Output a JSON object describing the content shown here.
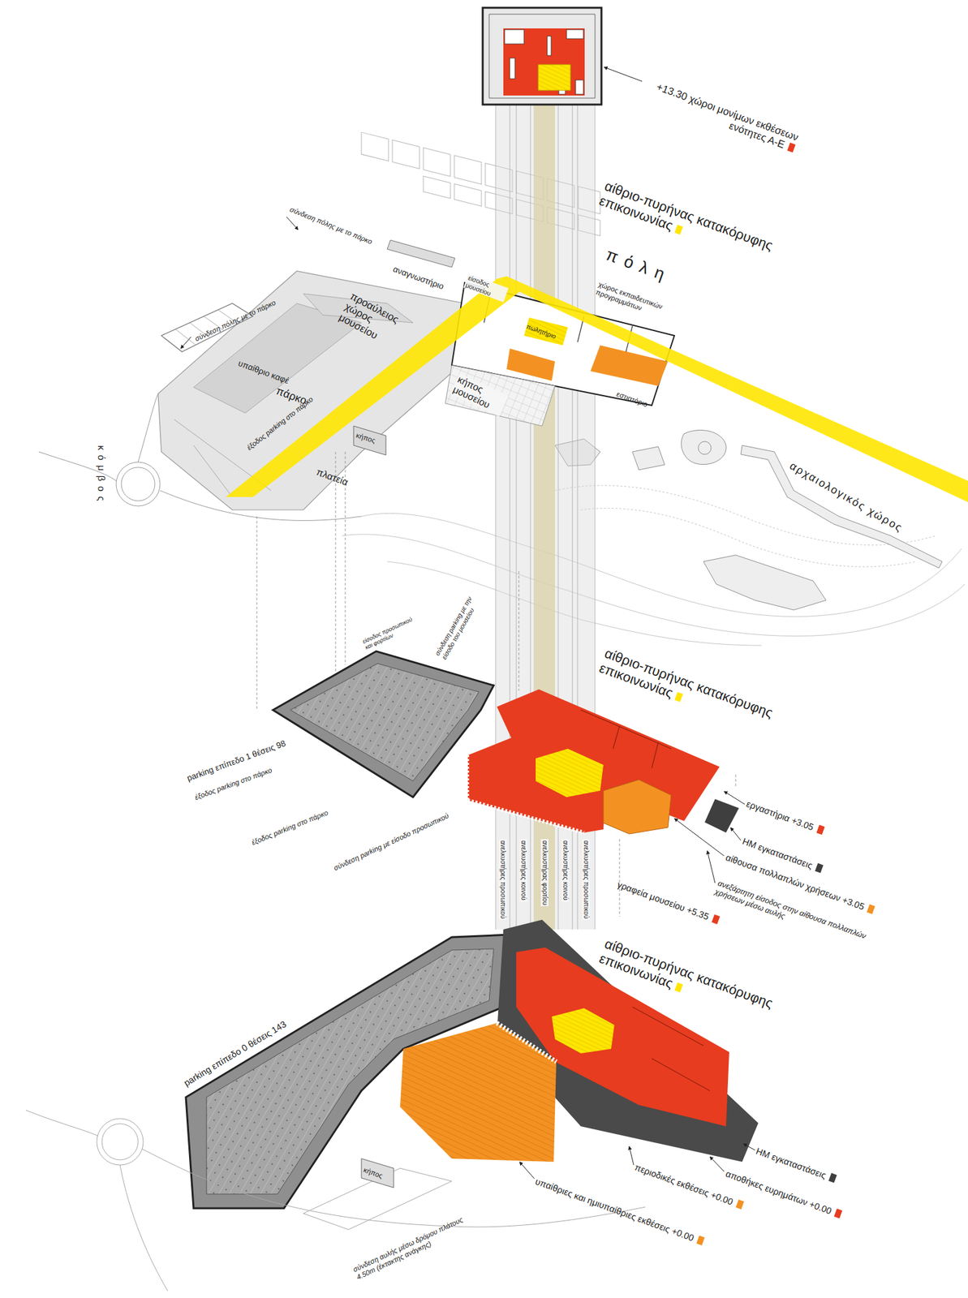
{
  "diagram": {
    "labels": [
      "πόλη",
      "σύνδεση πόλης με το πάρκο",
      "αναγνωστήριο",
      "είσοδος μουσείου",
      "χώρος εκπαιδευτικών προγραμμάτων",
      "σύνδεση πόλης με το πάρκο",
      "προαύλειος χώρος μουσείου",
      "υπαίθριο καφέ",
      "πάρκο",
      "έξοδος parking στο πάρκο",
      "κήπος μουσείου",
      "πωλητήριο",
      "εστιατόριο",
      "κόμβος",
      "κήπος",
      "πλατεία",
      "αρχαιολογικός χώρος",
      "σύνδεση parking με την είσοδο του μουσείου",
      "parking επίπεδο 1 θέσεις 98",
      "έξοδος parking στο πάρκο",
      "έξοδος parking στο πάρκο",
      "σύνδεση parking με είσοδο προσωπικού",
      "είσοδος προσωπικού και φορτίων",
      "ανελκυστήρες προσωπικού",
      "ανελκυστήρες κοινού",
      "ανελκυστήρας φορτίου",
      "ανελκυστήρες κοινού",
      "ανελκυστήρες προσωπικού",
      "ανεξάρτητη είσοδος στην αίθουσα πολλαπλών χρήσεων μέσω αυλής",
      "parking επίπεδο 0 θέσεις 143",
      "κήπος",
      "σύνδεση αυλής μέσω δρόμου πλάτους 4.50m (έκτακτης ανάγκης)"
    ],
    "legend": [
      {
        "text": "+13.30 χώροι μονίμων εκθέσεων ενότητες Α-Ε",
        "color": "#e73c1f"
      },
      {
        "text": "αίθριο-πυρήνας κατακόρυφης επικοινωνίας",
        "color": "#ffe500"
      },
      {
        "text": "αίθριο-πυρήνας κατακόρυφης επικοινωνίας",
        "color": "#ffe500"
      },
      {
        "text": "εργαστήρια +3.05",
        "color": "#e73c1f"
      },
      {
        "text": "ΗΜ εγκαταστάσεις",
        "color": "#3f3f3f"
      },
      {
        "text": "αίθουσα πολλαπλών χρήσεων +3.05",
        "color": "#f39222"
      },
      {
        "text": "γραφεία μουσείου +5.35",
        "color": "#e73c1f"
      },
      {
        "text": "αίθριο-πυρήνας κατακόρυφης επικοινωνίας",
        "color": "#ffe500"
      },
      {
        "text": "ΗΜ εγκαταστάσεις",
        "color": "#3f3f3f"
      },
      {
        "text": "αποθήκες ευρημάτων +0.00",
        "color": "#e73c1f"
      },
      {
        "text": "περιοδικές εκθέσεις +0.00",
        "color": "#f39222"
      },
      {
        "text": "υπαίθριες και ημιυπαίθριες εκθέσεις +0.00",
        "color": "#f39222"
      }
    ]
  }
}
